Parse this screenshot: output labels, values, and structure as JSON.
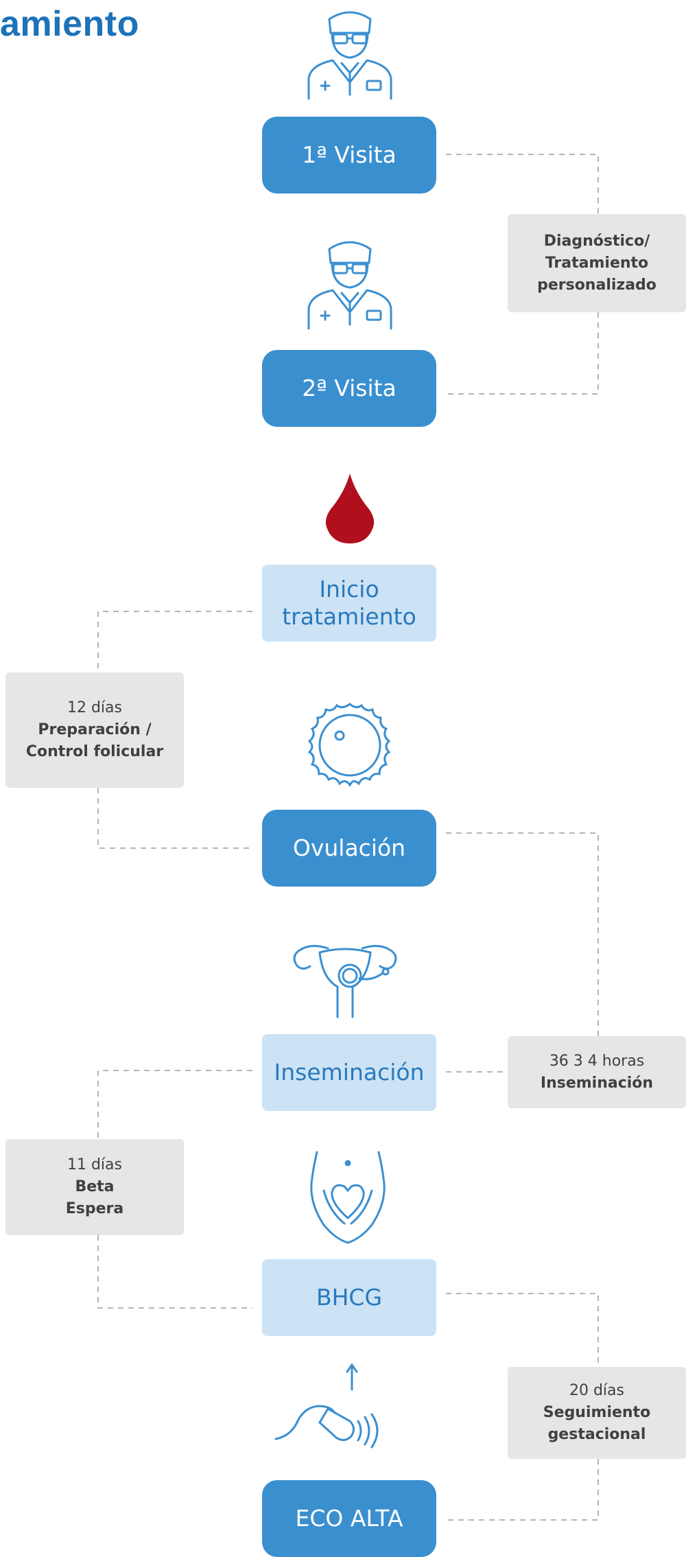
{
  "header": {
    "title": "amiento"
  },
  "steps": {
    "s1": "1ª Visita",
    "s2": "2ª Visita",
    "s3": "Inicio tratamiento",
    "s4": "Ovulación",
    "s5": "Inseminación",
    "s6": "BHCG",
    "s7": "ECO ALTA"
  },
  "notes": {
    "diagnostico": {
      "line1": "Diagnóstico/",
      "line2": "Tratamiento",
      "line3": "personalizado"
    },
    "preparacion": {
      "line1": "12 días",
      "line2": "Preparación /",
      "line3": "Control folicular"
    },
    "inseminacion": {
      "line1": "36 3 4 horas",
      "line2": "Inseminación"
    },
    "beta": {
      "line1": "11 días",
      "line2": "Beta",
      "line3": "Espera"
    },
    "seguimiento": {
      "line1": "20 días",
      "line2": "Seguimiento",
      "line3": "gestacional"
    }
  },
  "icons": [
    "doctor-icon",
    "doctor-icon",
    "blood-drop-icon",
    "ovum-icon",
    "uterus-icon",
    "heart-belly-icon",
    "ultrasound-icon"
  ],
  "colors": {
    "title": "#1d72b8",
    "step_dark": "#3a8fcf",
    "step_light": "#cbe3f5",
    "note_bg": "#e6e6e8",
    "drop": "#b0101e",
    "icon": "#3b8fd0"
  }
}
